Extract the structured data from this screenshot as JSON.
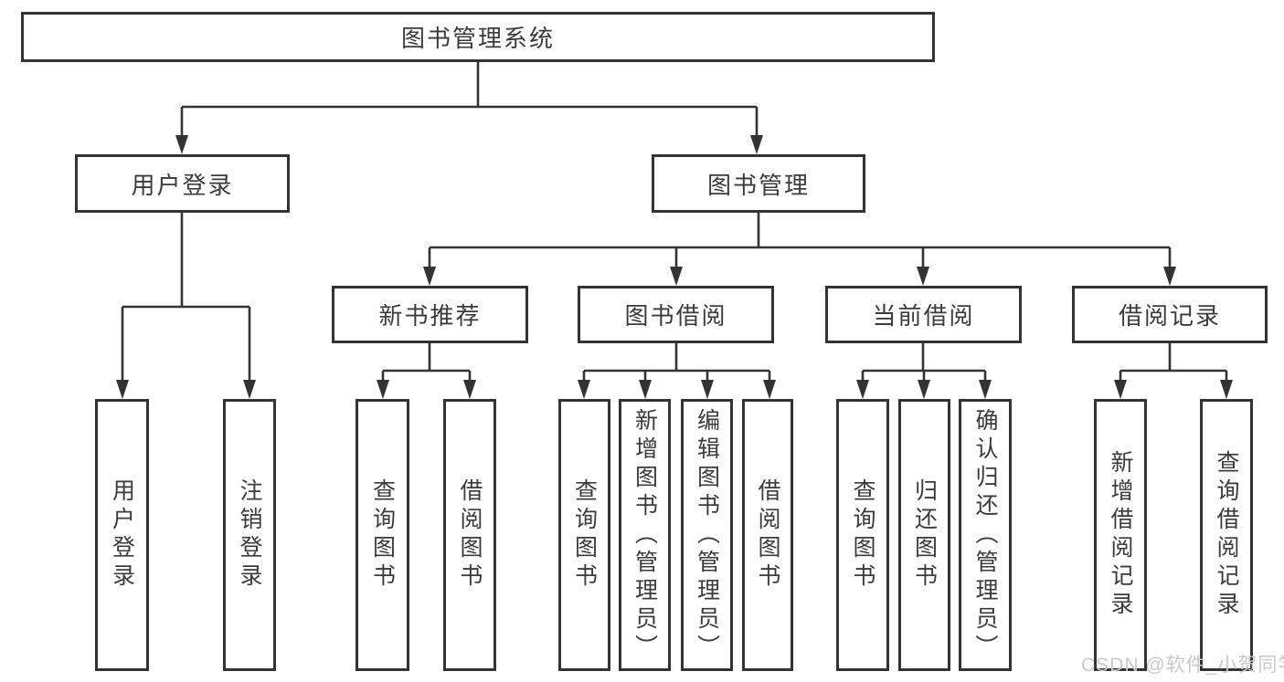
{
  "diagram_title": "图书管理系统",
  "nodes": {
    "root": "图书管理系统",
    "user_login_group": "用户登录",
    "book_management": "图书管理",
    "new_book_recommend": "新书推荐",
    "book_borrowing": "图书借阅",
    "current_borrowing": "当前借阅",
    "borrowing_records": "借阅记录",
    "leaf_user_login": "用户登录",
    "leaf_logout": "注销登录",
    "leaf_nb_query_books": "查询图书",
    "leaf_nb_borrow_books": "借阅图书",
    "leaf_bb_query_books": "查询图书",
    "leaf_bb_add_books": "新增图书（管理员）",
    "leaf_bb_edit_books": "编辑图书（管理员）",
    "leaf_bb_borrow_books": "借阅图书",
    "leaf_cb_query_books": "查询图书",
    "leaf_cb_return_books": "归还图书",
    "leaf_cb_confirm_return": "确认归还（管理员）",
    "leaf_rec_add_record": "新增借阅记录",
    "leaf_rec_query_record": "查询借阅记录"
  },
  "watermark": {
    "text": "CSDN @软件_小贺同学"
  },
  "colors": {
    "line": "#333333",
    "text": "#3b3b3b",
    "watermark": "#c9c9c9",
    "background": "#ffffff"
  }
}
